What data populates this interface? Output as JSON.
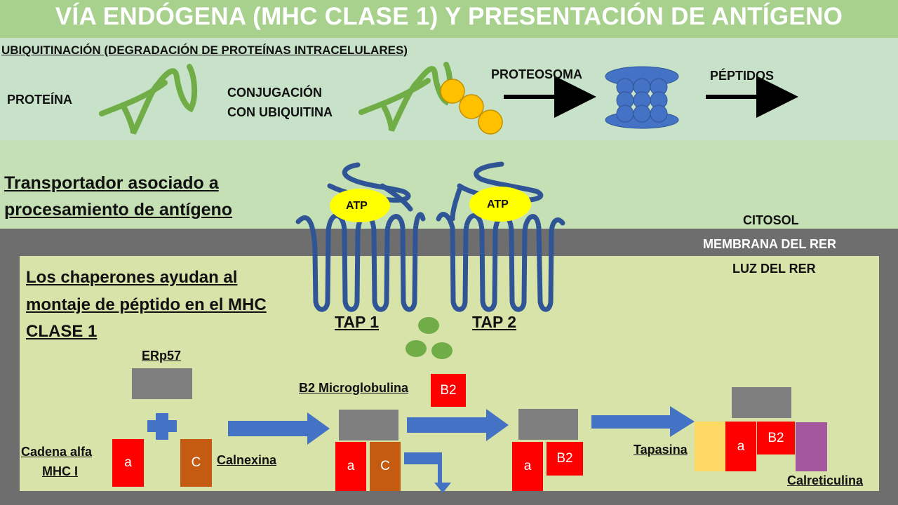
{
  "title": "VÍA ENDÓGENA (MHC CLASE 1) Y PRESENTACIÓN DE ANTÍGENO",
  "ubiquitination": {
    "heading": "UBIQUITINACIÓN (DEGRADACIÓN DE PROTEÍNAS INTRACELULARES)",
    "protein": "PROTEÍNA",
    "conjugation_line1": "CONJUGACIÓN",
    "conjugation_line2": "CON UBIQUITINA",
    "proteasome": "PROTEOSOMA",
    "peptides": "PÉPTIDOS"
  },
  "tap": {
    "heading_line1": "Transportador asociado a",
    "heading_line2": "procesamiento de antígeno",
    "atp1": "ATP",
    "atp2": "ATP",
    "tap1": "TAP 1",
    "tap2": "TAP 2"
  },
  "compartments": {
    "cytosol": "CITOSOL",
    "membrane": "MEMBRANA DEL RER",
    "lumen": "LUZ DEL RER"
  },
  "chaperones": {
    "heading_line1": "Los chaperones ayudan al",
    "heading_line2": "montaje de péptido en el MHC",
    "heading_line3": "CLASE 1",
    "erp57": "ERp57",
    "alpha_chain_line1": "Cadena alfa",
    "alpha_chain_line2": "MHC I",
    "calnexin": "Calnexina",
    "b2m": "B2 Microglobulina",
    "tapasin": "Tapasina",
    "calreticulin": "Calreticulina",
    "a1": "a",
    "c1": "C",
    "a2": "a",
    "c2": "C",
    "b2_top": "B2",
    "a3": "a",
    "b2_3": "B2",
    "a4": "a",
    "b2_4": "B2"
  },
  "colors": {
    "title_bar": "#a9d18e",
    "top_band": "#c7e2c8",
    "mid_band": "#c5e0b4",
    "membrane": "#6e6e6e",
    "lumen": "#d8e3a9",
    "protein_green": "#70ad47",
    "ubiquitin": "#ffc000",
    "proteasome_blue": "#4472c4",
    "tap_blue": "#2f5597",
    "atp_yellow": "#ffff00",
    "alpha_red": "#ff0000",
    "calnexin_brown": "#c55a11",
    "erp57_gray": "#7f7f7f",
    "tapasin_yellow": "#ffd966",
    "calreticulin_purple": "#a5579e",
    "arrow_blue": "#4472c4"
  }
}
